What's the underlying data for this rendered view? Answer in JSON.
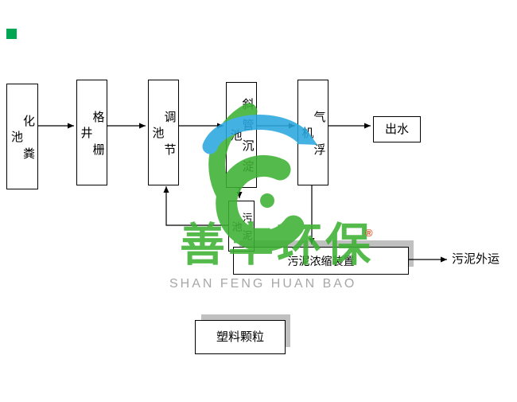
{
  "flowchart": {
    "boxes": {
      "septic": "化粪池",
      "grille": "格栅井",
      "regulating": "调节池",
      "inclined": "斜管沉淀池",
      "flotation": "气浮机",
      "outlet": "出水",
      "sludge_tank": "污泥池",
      "thickener": "污泥浓缩装置",
      "plastic": "塑料颗粒"
    },
    "labels": {
      "sludge_out": "污泥外运"
    },
    "line_color": "#000000",
    "shadow_color": "#c0c0c0"
  },
  "watermark": {
    "cn": "善丰环保",
    "reg": "®",
    "latin": "SHAN FENG HUAN BAO",
    "colors": {
      "green": "#3eb134",
      "blue": "#2aa7df",
      "latin_gray": "#9b9b9b",
      "reg_red": "#e8380d"
    }
  },
  "corner": {
    "color": "#00a651"
  }
}
